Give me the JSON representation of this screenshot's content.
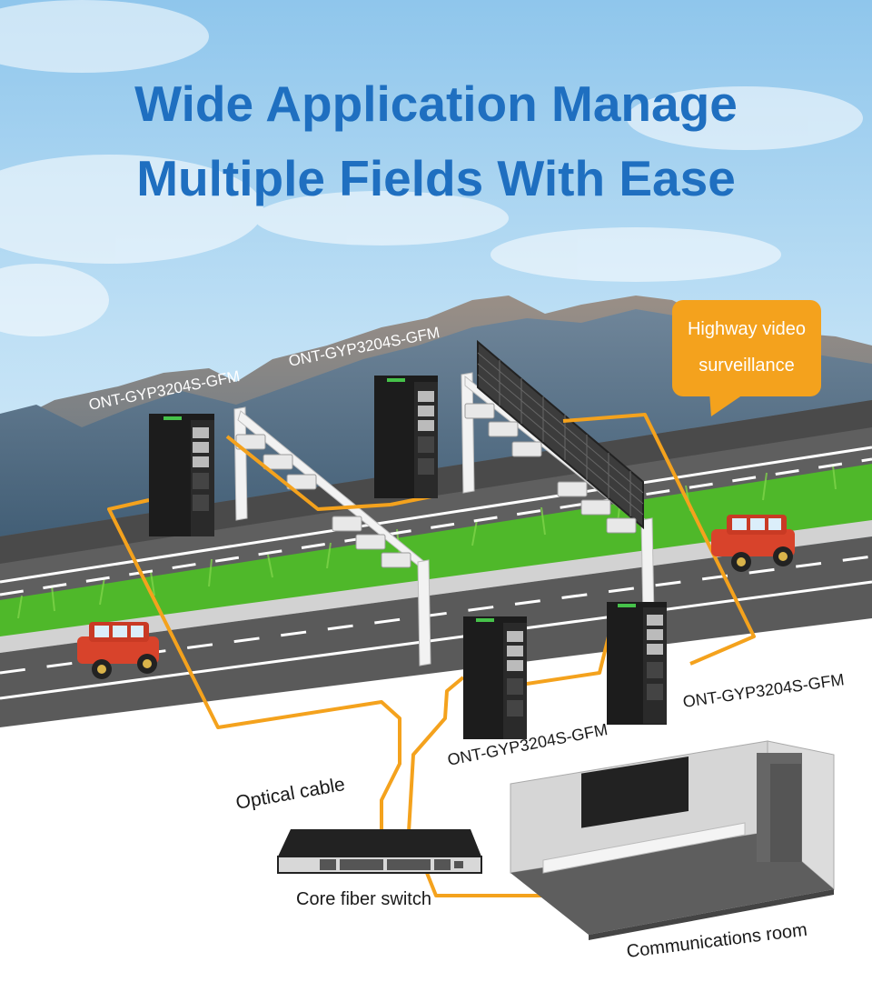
{
  "title": {
    "line1": "Wide Application Manage",
    "line2": "Multiple Fields With Ease"
  },
  "callout": {
    "line1": "Highway video",
    "line2": "surveillance"
  },
  "devices": [
    {
      "id": "ont-left-top",
      "label": "ONT-GYP3204S-GFM"
    },
    {
      "id": "ont-center-top",
      "label": "ONT-GYP3204S-GFM"
    },
    {
      "id": "ont-center-bottom",
      "label": "ONT-GYP3204S-GFM"
    },
    {
      "id": "ont-right-bottom",
      "label": "ONT-GYP3204S-GFM"
    }
  ],
  "labels": {
    "optical_cable": "Optical cable",
    "core_switch": "Core fiber switch",
    "comm_room": "Communications room"
  },
  "colors": {
    "title": "#1f6fc0",
    "cable": "#f4a21d",
    "callout": "#f4a21d",
    "road": "#5a5a5a",
    "grass": "#4fb82a",
    "device": "#1c1c1c"
  }
}
